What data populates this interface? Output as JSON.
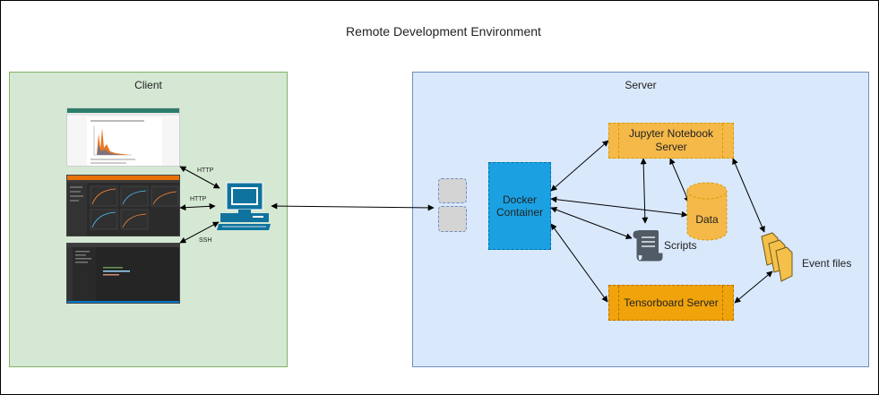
{
  "title": "Remote Development Environment",
  "client": {
    "label": "Client",
    "links": {
      "http_top": "HTTP",
      "http_mid": "HTTP",
      "ssh": "SSH"
    }
  },
  "server": {
    "label": "Server",
    "docker": "Docker Container",
    "jupyter": "Jupyter Notebook Server",
    "data": "Data",
    "scripts": "Scripts",
    "tensorboard": "Tensorboard Server",
    "event_files": "Event files"
  },
  "colors": {
    "client_fill": "#d5e8d4",
    "client_border": "#82b366",
    "server_fill": "#dae8fc",
    "server_border": "#6c8ebf",
    "docker_fill": "#1ba1e2",
    "orange_fill": "#f0a30a",
    "orange_light": "#f5b94a",
    "computer_blue": "#10739e"
  }
}
